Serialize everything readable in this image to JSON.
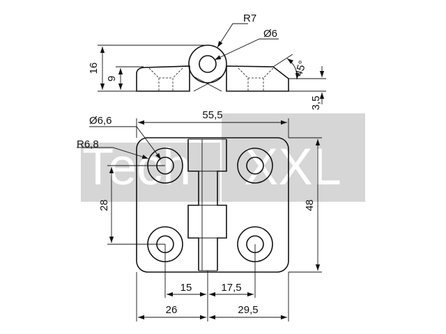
{
  "watermark": {
    "text_left": "Tech",
    "text_right": "XXL",
    "box_color": "#d6d6d6"
  },
  "side_view": {
    "radius_label": "R7",
    "pin_diameter_label": "Ø6",
    "total_height_label": "16",
    "leaf_height_label": "9",
    "chamfer_angle_label": "45°",
    "thickness_label": "3,5"
  },
  "front_view": {
    "overall_width_label": "55,5",
    "hole_diameter_label": "Ø6,6",
    "counterbore_radius_label": "R6,8",
    "hole_spacing_vertical_label": "28",
    "overall_height_label": "48",
    "left_hole_offset_label": "15",
    "right_hole_offset_label": "17,5",
    "left_leaf_width_label": "26",
    "right_leaf_width_label": "29,5"
  },
  "colors": {
    "line": "#111111",
    "background": "#ffffff"
  }
}
